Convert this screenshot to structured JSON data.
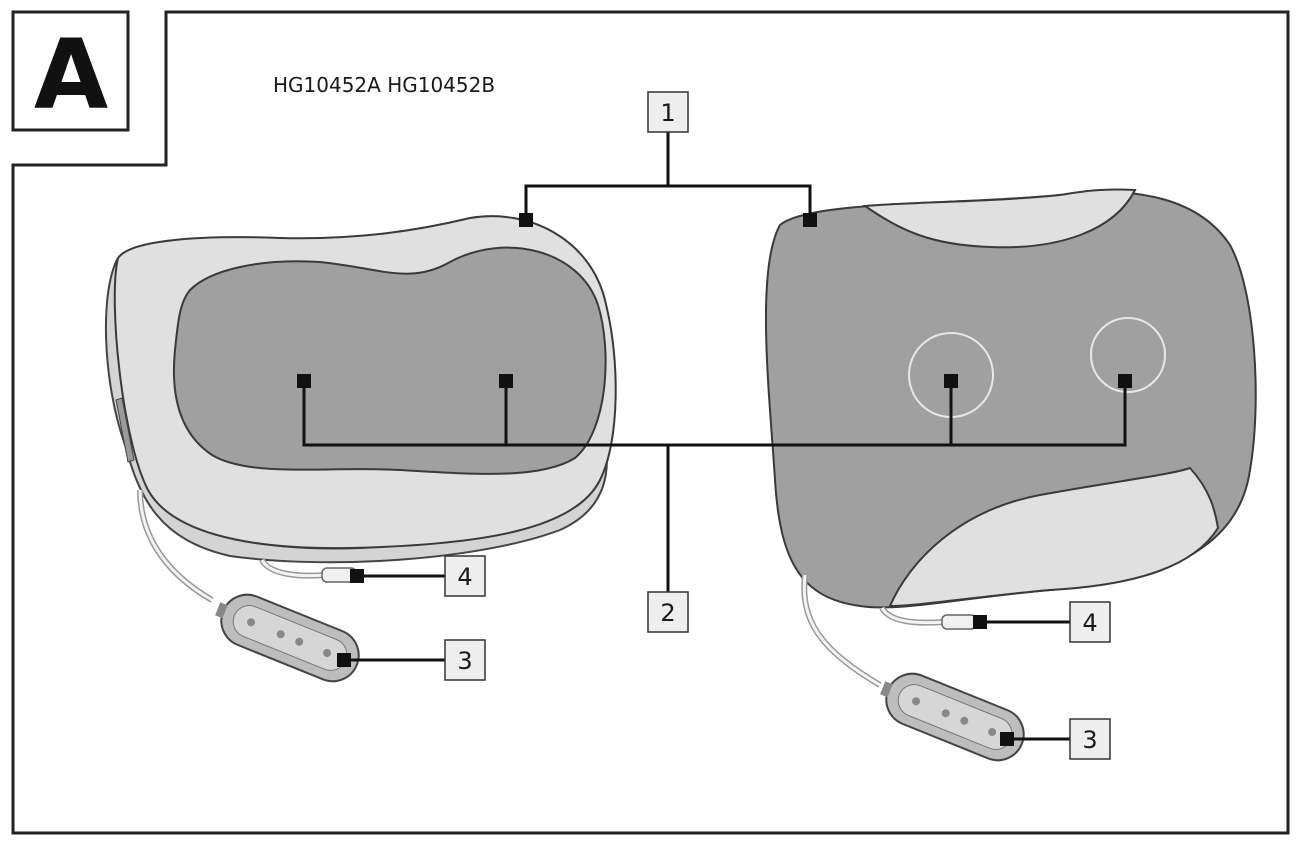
{
  "figure": {
    "panel_label": "A",
    "model_numbers": "HG10452A HG10452B"
  },
  "callouts": {
    "c1": "1",
    "c2": "2",
    "c3_left": "3",
    "c3_right": "3",
    "c4_left": "4",
    "c4_right": "4"
  },
  "colors": {
    "outline": "#3a3a3a",
    "light_fabric": "#e0e0e0",
    "dark_fabric": "#a0a0a0",
    "remote_body": "#bdbdbd",
    "leader": "#111111"
  }
}
